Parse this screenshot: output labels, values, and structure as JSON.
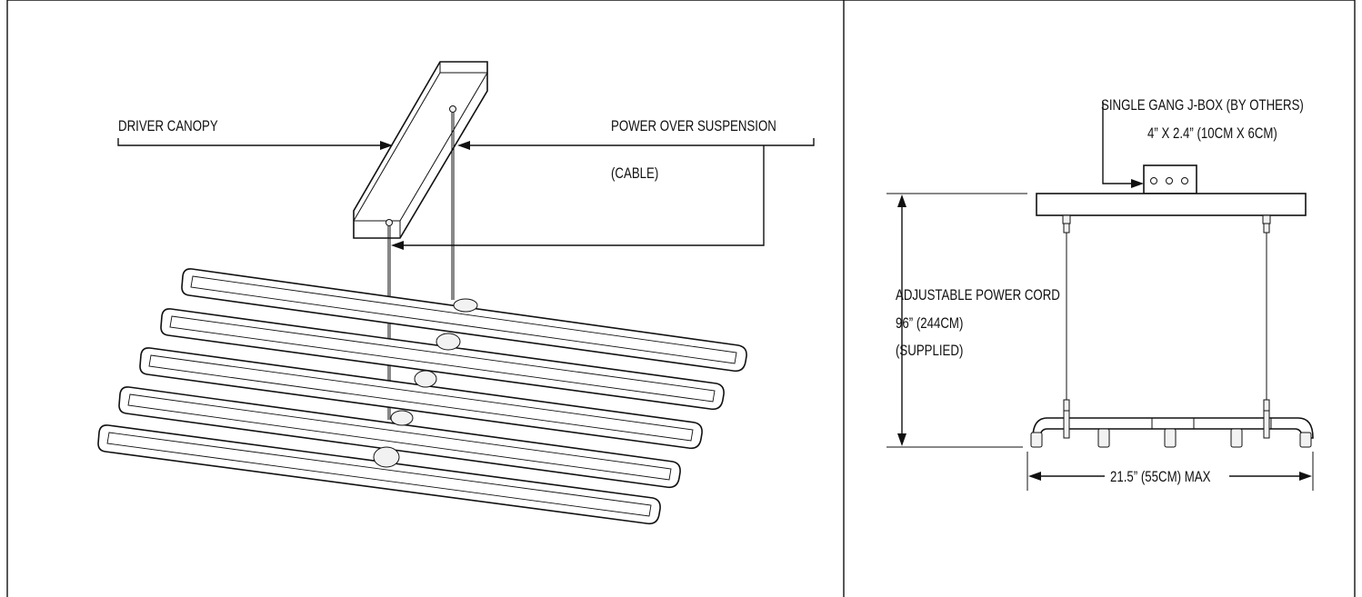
{
  "left_view": {
    "driver_canopy_label": "DRIVER CANOPY",
    "power_label_line1": "POWER OVER SUSPENSION",
    "power_label_line2": "(CABLE)"
  },
  "right_view": {
    "jbox_label_line1": "SINGLE GANG J-BOX (BY OTHERS)",
    "jbox_label_line2": "4” X 2.4” (10CM X 6CM)",
    "cord_label_line1": "ADJUSTABLE POWER CORD",
    "cord_label_line2": "96” (244CM)",
    "cord_label_line3": "(SUPPLIED)",
    "width_label": "21.5” (55CM) MAX"
  }
}
